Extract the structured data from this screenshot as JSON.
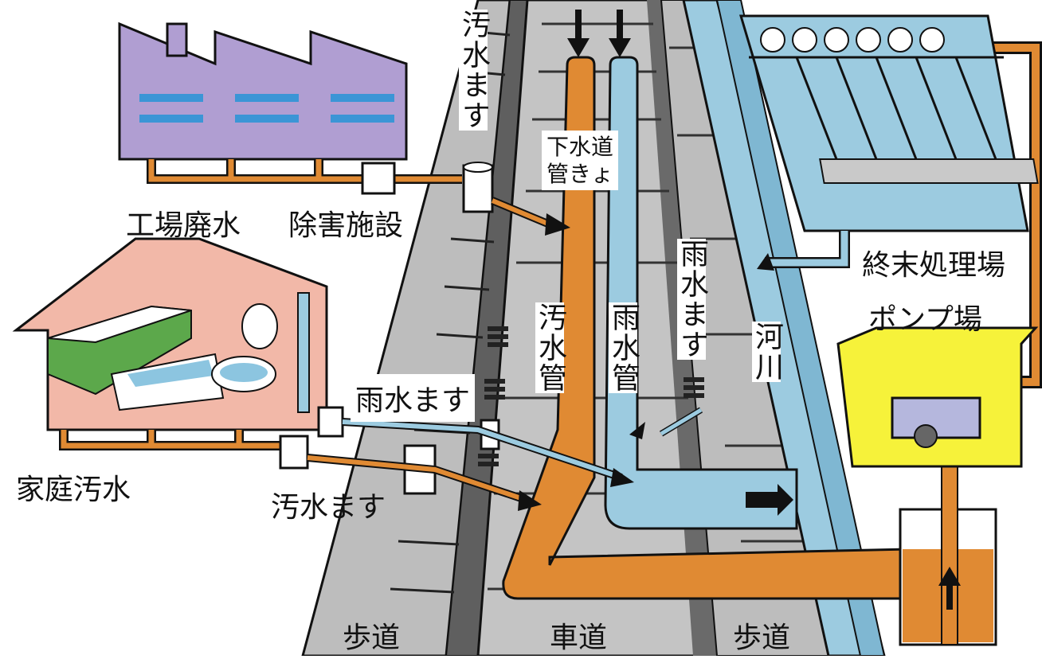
{
  "colors": {
    "sewage": "#e08a33",
    "sewage_dark": "#c96f1c",
    "rain": "#9ccbe0",
    "rain_dark": "#6fa9c4",
    "factory": "#b09ed2",
    "house": "#f2b8a8",
    "pump_station": "#f6f23a",
    "road_gray": "#b9b9b9",
    "road_dark": "#6e6e6e",
    "outline": "#111111"
  },
  "labels": {
    "factory": "工場廃水",
    "treatment_facility": "除害施設",
    "household": "家庭汚水",
    "sewage_inlet_top": "汚水ます",
    "sewage_inlet_bottom": "汚水ます",
    "rain_inlet_left": "雨水ます",
    "rain_inlet_right": "雨水ます",
    "sewer_pipe_line1": "下水道",
    "sewer_pipe_line2": "管きょ",
    "sewage_pipe": "汚水管",
    "rain_pipe": "雨水管",
    "river": "河川",
    "treatment_plant": "終末処理場",
    "pump_station": "ポンプ場",
    "sidewalk_left": "歩道",
    "roadway": "車道",
    "sidewalk_right": "歩道"
  },
  "icons": [
    "factory-icon",
    "house-icon",
    "treatment-plant-icon",
    "pump-station-icon",
    "arrow-icon",
    "manhole-icon"
  ]
}
